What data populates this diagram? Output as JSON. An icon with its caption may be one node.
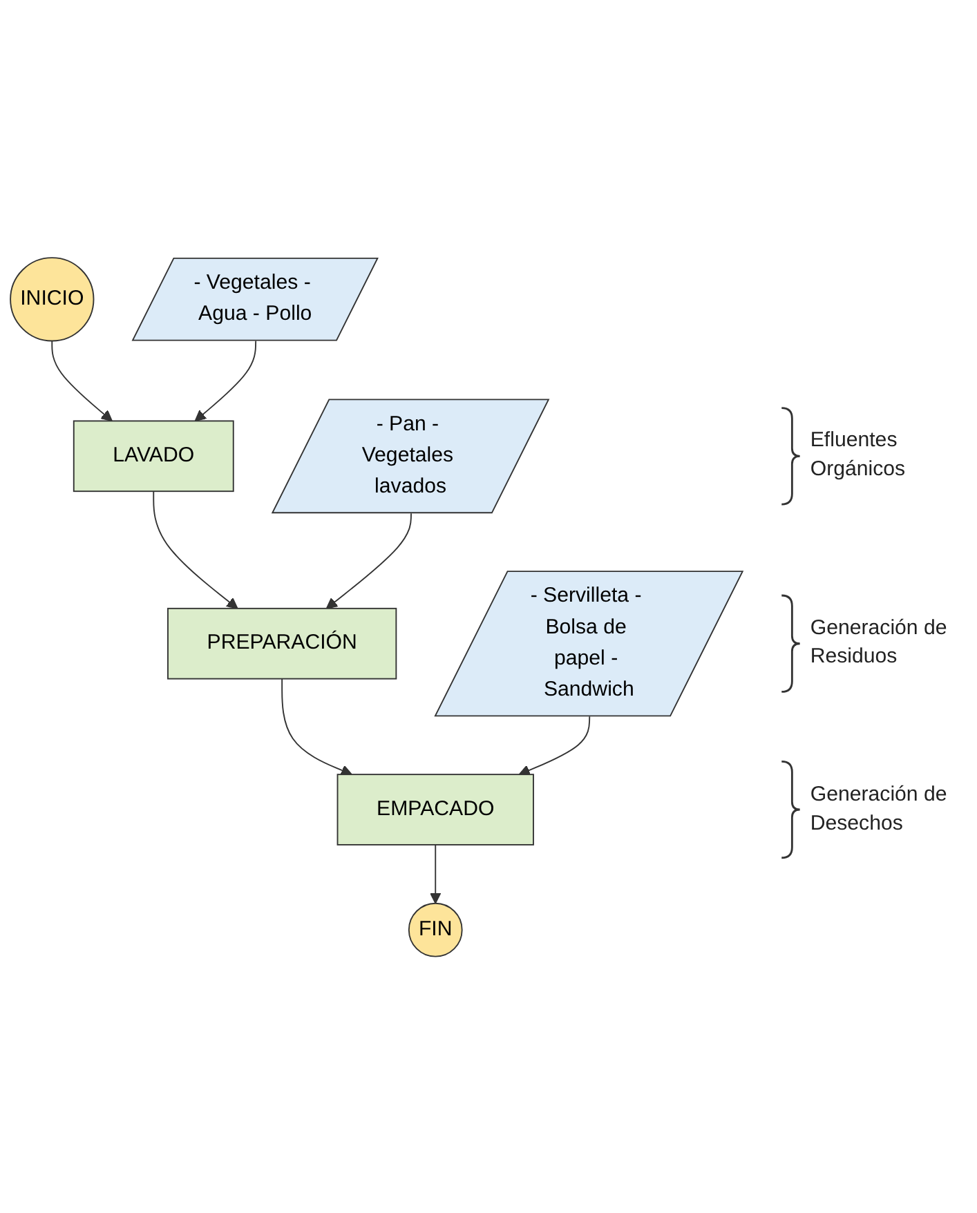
{
  "diagram": {
    "nodes": [
      {
        "text": [
          "INICIO"
        ]
      },
      {
        "text": [
          "- Vegetales - Agua - Pollo"
        ]
      },
      {
        "text": [
          "LAVADO"
        ]
      },
      {
        "text": [
          "- Pan - Vegetales lavados"
        ]
      },
      {
        "text": [
          "PREPARACIÓN"
        ]
      },
      {
        "text": [
          "- Servilleta - Bolsa de papel - Sandwich"
        ]
      },
      {
        "text": [
          "EMPACADO"
        ]
      },
      {
        "text": [
          "FIN"
        ]
      }
    ],
    "edges": [
      {
        "from": 0,
        "to": 2,
        "arrow": "to"
      },
      {
        "from": 1,
        "to": 2,
        "arrow": "to"
      },
      {
        "from": 2,
        "to": 4,
        "arrow": "to"
      },
      {
        "from": 3,
        "to": 4,
        "arrow": "to"
      },
      {
        "from": 4,
        "to": 6,
        "arrow": "to"
      },
      {
        "from": 5,
        "to": 6,
        "arrow": "to"
      },
      {
        "from": 6,
        "to": 7,
        "arrow": "to"
      }
    ],
    "labels": [
      "Efluentes Orgánicos",
      "Generación de Residuos",
      "Generación de Desechos"
    ]
  }
}
